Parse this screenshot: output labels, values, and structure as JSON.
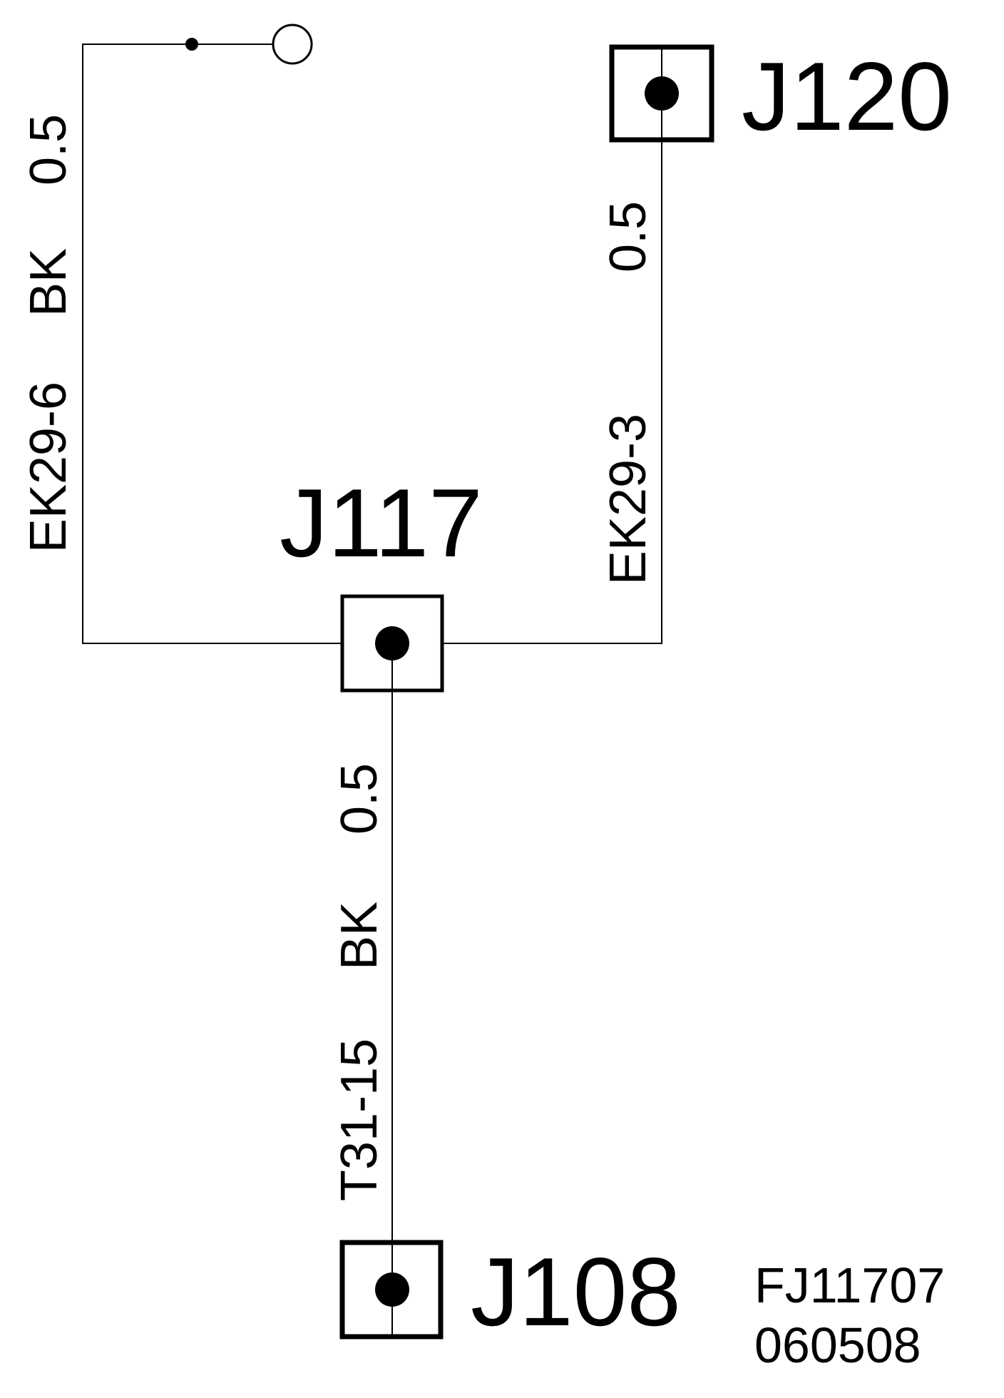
{
  "diagram": {
    "junctions": {
      "j120": "J120",
      "j117": "J117",
      "j108": "J108"
    },
    "wires": {
      "left": {
        "circuit": "EK29-6",
        "color": "BK",
        "gauge": "0.5"
      },
      "right": {
        "circuit": "EK29-3",
        "gauge": "0.5"
      },
      "bottom": {
        "circuit": "T31-15",
        "color": "BK",
        "gauge": "0.5"
      }
    },
    "figure_id": {
      "line1": "FJ11707",
      "line2": "060508"
    }
  }
}
